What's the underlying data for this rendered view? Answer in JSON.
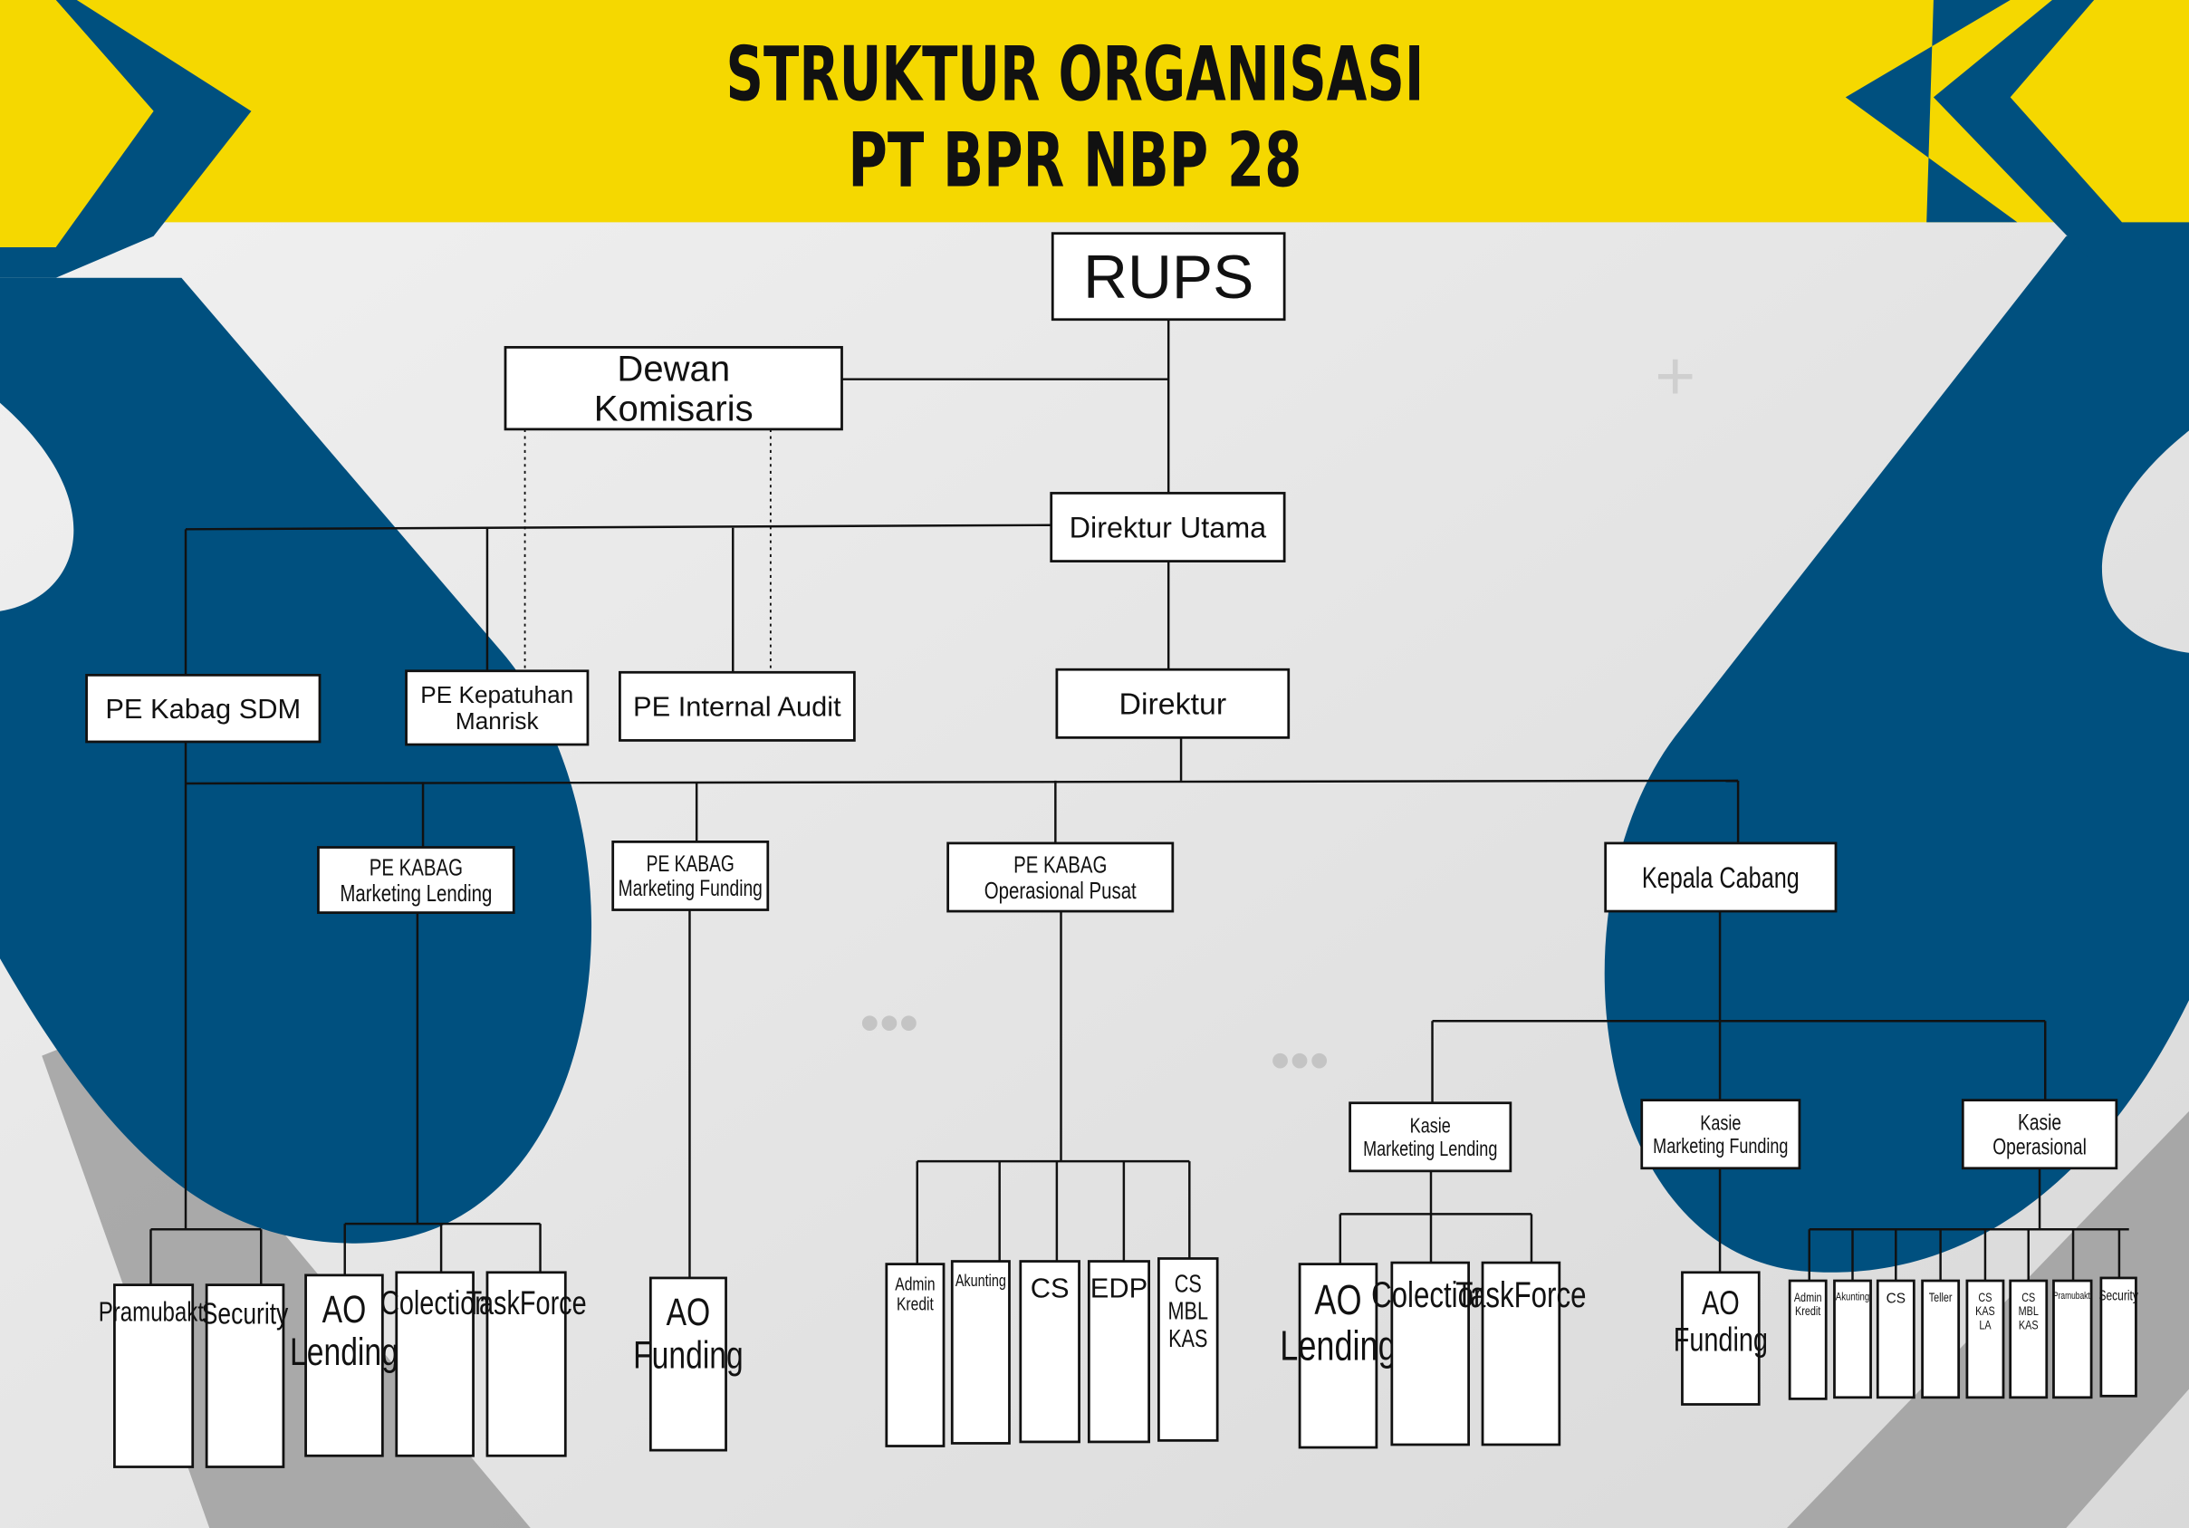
{
  "title": {
    "line1": "STRUKTUR ORGANISASI",
    "line2": "PT BPR NBP 28"
  },
  "colors": {
    "banner": "#f5d800",
    "blue": "#00507f",
    "background": "#e6e6e6"
  },
  "nodes": [
    [
      "RUPS"
    ],
    [
      "Dewan",
      "Komisaris"
    ],
    [
      "Direktur Utama"
    ],
    [
      "PE Kabag SDM"
    ],
    [
      "PE Kepatuhan",
      "Manrisk"
    ],
    [
      "PE Internal Audit"
    ],
    [
      "Direktur"
    ],
    [
      "PE KABAG",
      "Marketing Lending"
    ],
    [
      "PE KABAG",
      "Marketing Funding"
    ],
    [
      "PE KABAG",
      "Operasional Pusat"
    ],
    [
      "Kepala Cabang"
    ],
    [
      "Kasie",
      "Marketing Lending"
    ],
    [
      "Kasie",
      "Marketing Funding"
    ],
    [
      "Kasie",
      "Operasional"
    ],
    [
      "Pramubakti"
    ],
    [
      "Security"
    ],
    [
      "AO",
      "Lending"
    ],
    [
      "Colection"
    ],
    [
      "TaskForce"
    ],
    [
      "AO",
      "Funding"
    ],
    [
      "Admin",
      "Kredit"
    ],
    [
      "Akunting"
    ],
    [
      "CS"
    ],
    [
      "EDP"
    ],
    [
      "CS",
      "MBL",
      "KAS"
    ],
    [
      "AO",
      "Lending"
    ],
    [
      "Colection"
    ],
    [
      "TaskForce"
    ],
    [
      "AO",
      "Funding"
    ],
    [
      "Admin",
      "Kredit"
    ],
    [
      "Akunting"
    ],
    [
      "CS"
    ],
    [
      "Teller"
    ],
    [
      "CS",
      "KAS",
      "LA"
    ],
    [
      "CS",
      "MBL",
      "KAS"
    ],
    [
      "Pramubakti"
    ],
    [
      "Security"
    ]
  ]
}
